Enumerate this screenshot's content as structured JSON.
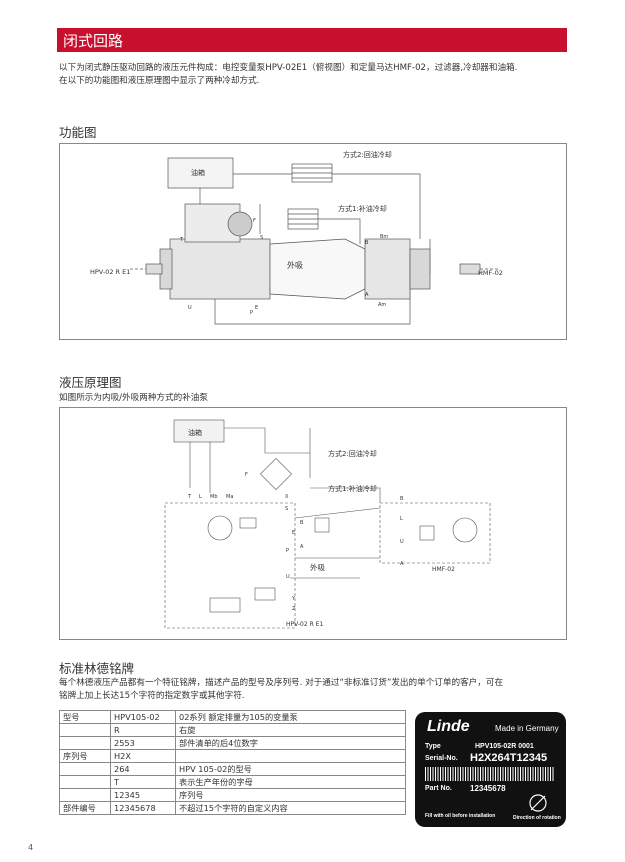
{
  "header": {
    "title": "闭式回路"
  },
  "intro": {
    "line1": "以下为闭式静压驱动回路的液压元件构成：电控变量泵HPV-02E1（俯视图）和定量马达HMF-02，过滤器,冷却器和油箱.",
    "line2": "在以下的功能图和液压原理图中显示了两种冷却方式."
  },
  "function_diagram": {
    "title": "功能图",
    "labels": {
      "tank": "油箱",
      "cooling2": "方式2:回油冷却",
      "cooling1": "方式1:补油冷却",
      "external": "外吸",
      "pump": "HPV-02 R E1",
      "motor": "HMF-02",
      "port_b": "B",
      "port_a": "A",
      "port_u": "U",
      "port_t": "T",
      "port_f": "F",
      "port_s": "S",
      "port_e": "E",
      "port_p": "P",
      "port_bm": "Bm",
      "port_am": "Am"
    }
  },
  "hydraulic_diagram": {
    "title": "液压原理图",
    "subtitle": "如图所示为内吸/外吸两种方式的补油泵",
    "labels": {
      "tank": "油箱",
      "cooling2": "方式2:回油冷却",
      "cooling1": "方式1:补油冷却",
      "external": "外吸",
      "pump": "HPV-02 R E1",
      "motor": "HMF-02",
      "t": "T",
      "l": "L",
      "mb": "Mb",
      "ma": "Ma",
      "x": "X",
      "f": "F",
      "s": "S",
      "p": "P",
      "e": "E",
      "u": "U",
      "b": "B",
      "a": "A",
      "y": "Y",
      "z": "Z",
      "motor_b": "B",
      "motor_l": "L",
      "motor_u": "U",
      "motor_a": "A"
    }
  },
  "nameplate": {
    "title": "标准林德铭牌",
    "line1": "每个林德液压产品都有一个特征铭牌，描述产品的型号及序列号. 对于通过“非标准订货”发出的单个订单的客户，可在",
    "line2": "铭牌上加上长达15个字符的指定数字或其他字符.",
    "rows": [
      {
        "c0": "型号",
        "c1": "HPV105-02",
        "c2": "02系列 额定排量为105的变量泵"
      },
      {
        "c0": "",
        "c1": "R",
        "c2": "右旋"
      },
      {
        "c0": "",
        "c1": "2553",
        "c2": "部件清单的后4位数字"
      },
      {
        "c0": "序列号",
        "c1": "H2X",
        "c2": ""
      },
      {
        "c0": "",
        "c1": "264",
        "c2": "HPV 105-02的型号"
      },
      {
        "c0": "",
        "c1": "T",
        "c2": "表示生产年份的字母"
      },
      {
        "c0": "",
        "c1": "12345",
        "c2": "序列号"
      },
      {
        "c0": "部件编号",
        "c1": "12345678",
        "c2": "不超过15个字符的自定义内容"
      }
    ],
    "plate": {
      "brand": "Linde",
      "made": "Made in Germany",
      "type_label": "Type",
      "type_value": "HPV105-02R   0001",
      "serial_label": "Serial-No.",
      "serial_value": "H2X264T12345",
      "part_label": "Part No.",
      "part_value": "12345678",
      "fill_note": "Fill with oil before installation",
      "rotation_note": "Direction of rotation"
    }
  },
  "page": {
    "number": "4"
  },
  "colors": {
    "accent": "#c8102e",
    "plate_bg": "#111111"
  }
}
